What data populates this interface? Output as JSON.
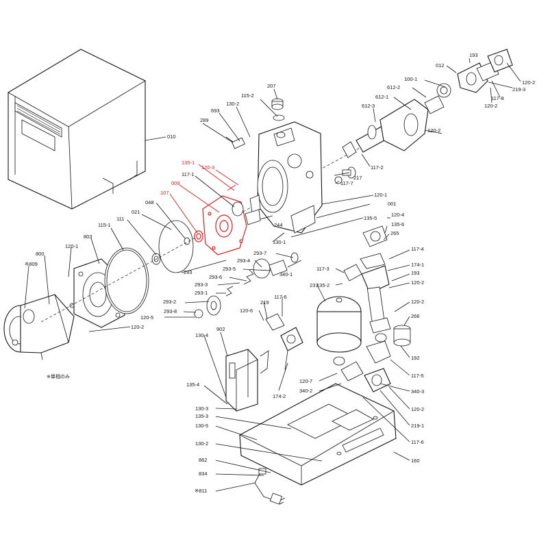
{
  "labels": {
    "p010": "010",
    "p193a": "193",
    "p012": "012",
    "p120_2a": "120-2",
    "p100_1": "100-1",
    "p219_3": "219-3",
    "p612_2": "612-2",
    "p612_1": "612-1",
    "p117_8": "117-8",
    "p120_2b": "120-2",
    "p207": "207",
    "p115_2": "115-2",
    "p130_2a": "130-2",
    "p693": "693",
    "p289": "289",
    "p612_3": "612-3",
    "p120_2c": "120-2",
    "p135_1": "135-1",
    "p120_3": "120-3",
    "p117_1": "117-1",
    "p009": "009",
    "p107": "107",
    "p048": "048",
    "p021": "021",
    "p111": "111",
    "p115_1": "115-1",
    "p803": "803",
    "p120_1a": "120-1",
    "p800": "800",
    "p809": "※809",
    "p117_2": "117-2",
    "p217": "217",
    "p117_7": "117-7",
    "p120_1b": "120-1",
    "p001": "001",
    "p135_5": "135-5",
    "p244": "244",
    "p130_1": "130-1",
    "p120_4": "120-4",
    "p135_6": "135-6",
    "p265": "265",
    "p117_4": "117-4",
    "p174_1": "174-1",
    "p193b": "193",
    "p120_2d": "120-2",
    "p120_2e": "120-2",
    "p293_7": "293-7",
    "p293_4": "293-4",
    "p293_5": "293-5",
    "p293": "293",
    "p293_6": "293-6",
    "p293_3": "293-3",
    "p293_1": "293-1",
    "p293_2": "293-2",
    "p293_8": "293-8",
    "p120_5": "120-5",
    "p120_2f": "120-2",
    "p340_1": "340-1",
    "p117_3": "117-3",
    "p135_2": "135-2",
    "p237": "237",
    "p117_6a": "117-6",
    "p219": "219",
    "p120_6": "120-6",
    "p266": "266",
    "p192": "192",
    "p117_5": "117-5",
    "p902": "902",
    "p130_4": "130-4",
    "p135_4": "135-4",
    "p130_3": "130-3",
    "p135_3": "135-3",
    "p130_5": "130-5",
    "p130_2b": "130-2",
    "p862": "862",
    "p834": "834",
    "p811": "※811",
    "p174_2": "174-2",
    "p120_7": "120-7",
    "p340_2": "340-2",
    "p340_3": "340-3",
    "p120_2g": "120-2",
    "p219_1": "219-1",
    "p117_6b": "117-6",
    "p160": "160"
  },
  "note": "※単相のみ",
  "colors": {
    "highlight": "#d61d1d",
    "ink": "#111111"
  }
}
